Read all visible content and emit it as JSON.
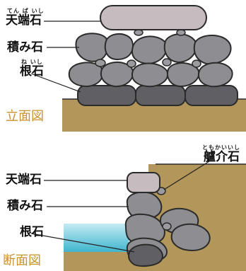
{
  "elevation": {
    "view_label": "立面図",
    "labels": {
      "tenba": {
        "text": "天端石",
        "ruby": "てん ば いし"
      },
      "tsumi": {
        "text": "積み石",
        "ruby": ""
      },
      "ne": {
        "text": "根石",
        "ruby": "ね いし"
      }
    }
  },
  "section": {
    "view_label": "断面図",
    "labels": {
      "tenba": {
        "text": "天端石"
      },
      "tsumi": {
        "text": "積み石"
      },
      "ne": {
        "text": "根石"
      },
      "tomokai": {
        "text": "艫介石",
        "ruby": "ともかいいし"
      }
    }
  },
  "colors": {
    "ground": "#b3975a",
    "stone": "#8e8e92",
    "stone_dark": "#5e5e63",
    "cap_stone": "#c6bcbf",
    "water_top": "#bfe8f2",
    "water_bottom": "#40b8cf",
    "view_label": "#c8932e"
  }
}
